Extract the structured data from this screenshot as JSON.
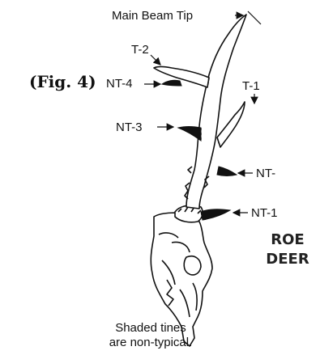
{
  "figure": {
    "fig_ref": "(Fig. 4)",
    "species_line1": "ROE",
    "species_line2": "DEER",
    "caption_line1": "Shaded tines",
    "caption_line2": "are non-typical."
  },
  "labels": {
    "main_beam_tip": "Main Beam Tip",
    "t2": "T-2",
    "nt4": "NT-4",
    "t1": "T-1",
    "nt3": "NT-3",
    "nt": "NT-",
    "nt1": "NT-1"
  },
  "colors": {
    "ink": "#111111",
    "shade": "#111111"
  }
}
